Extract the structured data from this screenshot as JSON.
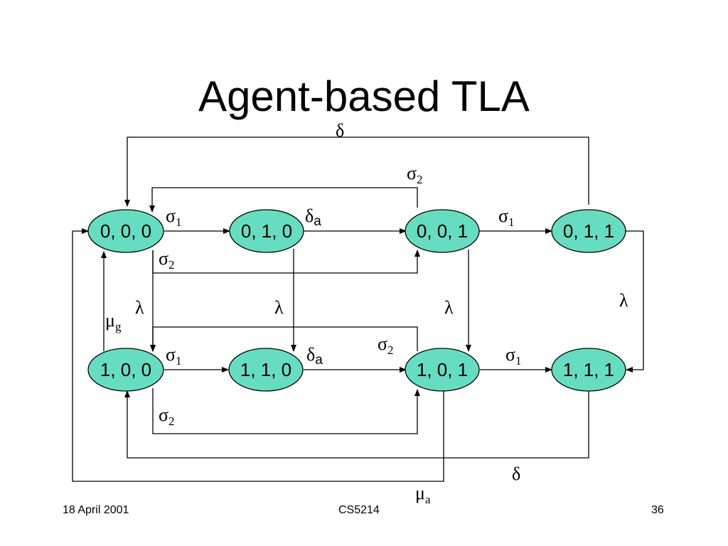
{
  "title": "Agent-based TLA",
  "footer": {
    "date": "18 April 2001",
    "course": "CS5214",
    "page": "36"
  },
  "diagram": {
    "node_fill": "#66ddc1",
    "states": {
      "s000": "0, 0, 0",
      "s010": "0, 1, 0",
      "s001": "0, 0, 1",
      "s011": "0, 1, 1",
      "s100": "1, 0, 0",
      "s110": "1, 1, 0",
      "s101": "1, 0, 1",
      "s111": "1, 1, 1"
    },
    "labels": {
      "delta_top": {
        "base": "δ"
      },
      "sigma2_top": {
        "base": "σ",
        "sub": "2"
      },
      "sigma1_r1a": {
        "base": "σ",
        "sub": "1"
      },
      "delta_a_r1": {
        "base": "δ",
        "sub": "a"
      },
      "sigma1_r1b": {
        "base": "σ",
        "sub": "1"
      },
      "sigma2_r1": {
        "base": "σ",
        "sub": "2"
      },
      "lambda_1": {
        "base": "λ"
      },
      "lambda_2": {
        "base": "λ"
      },
      "lambda_3": {
        "base": "λ"
      },
      "lambda_4": {
        "base": "λ"
      },
      "mu_g": {
        "base": "μ",
        "sub": "g"
      },
      "sigma2_mid": {
        "base": "σ",
        "sub": "2"
      },
      "sigma1_r2a": {
        "base": "σ",
        "sub": "1"
      },
      "delta_a_r2": {
        "base": "δ",
        "sub": "a"
      },
      "sigma1_r2b": {
        "base": "σ",
        "sub": "1"
      },
      "sigma2_r2": {
        "base": "σ",
        "sub": "2"
      },
      "delta_bottom": {
        "base": "δ"
      },
      "mu_a": {
        "base": "μ",
        "sub": "a"
      }
    }
  }
}
